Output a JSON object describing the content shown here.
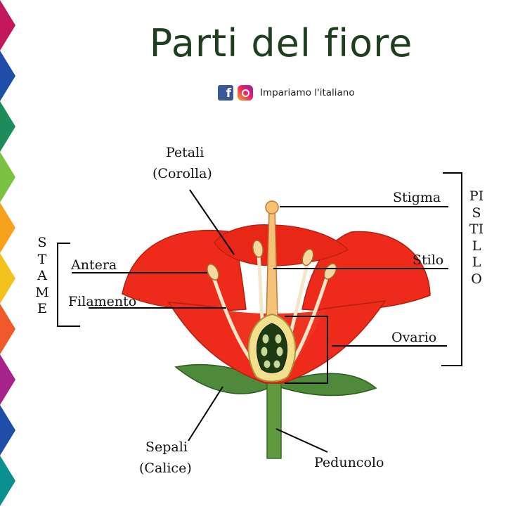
{
  "title": "Parti del fiore",
  "social": {
    "text": "Impariamo l'italiano",
    "icons": [
      "facebook-icon",
      "instagram-icon"
    ]
  },
  "labels": {
    "petali": "Petali",
    "corolla": "(Corolla)",
    "stigma": "Stigma",
    "stilo": "Stilo",
    "ovario": "Ovario",
    "antera": "Antera",
    "filamento": "Filamento",
    "sepali": "Sepali",
    "calice": "(Calice)",
    "peduncolo": "Peduncolo",
    "stame": "STAME",
    "pistillo": "PISTILLO"
  },
  "colors": {
    "petal": "#ee2a1b",
    "petal_dark": "#b51e12",
    "sepal": "#4f8a3c",
    "stem": "#5f9a40",
    "ovary": "#f2e08c",
    "ovule": "#1f3a12",
    "stamen": "#f4d8a0",
    "title": "#1f3d1f"
  },
  "left_stripe_colors": [
    "#c2185b",
    "#1e4ea8",
    "#1e8c5a",
    "#7cc242",
    "#f7a21b",
    "#f3c31c",
    "#f05a28",
    "#a6248a",
    "#1e4ea8",
    "#0a8f8f"
  ]
}
